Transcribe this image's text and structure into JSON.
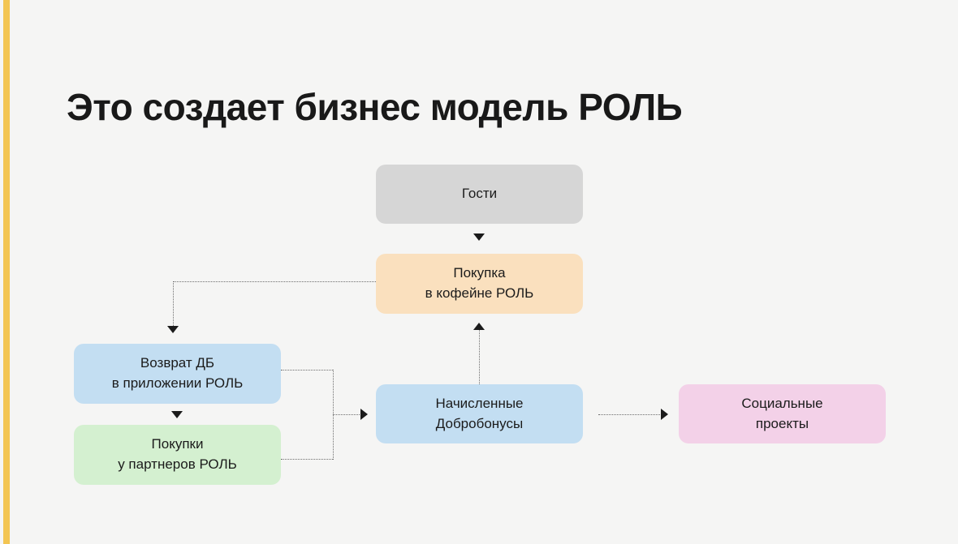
{
  "slide": {
    "title": "Это создает бизнес модель РОЛЬ",
    "background_color": "#f5f5f4",
    "accent_color": "#f3c552"
  },
  "diagram": {
    "type": "flowchart",
    "nodes": [
      {
        "id": "guests",
        "label": "Гости",
        "color": "#d6d6d6"
      },
      {
        "id": "purchase",
        "label": "Покупка\nв кофейне РОЛЬ",
        "color": "#fae0be"
      },
      {
        "id": "return",
        "label": "Возврат ДБ\nв приложении РОЛЬ",
        "color": "#c3def2"
      },
      {
        "id": "partners",
        "label": "Покупки\nу партнеров РОЛЬ",
        "color": "#d4f0d0"
      },
      {
        "id": "bonuses",
        "label": "Начисленные\nДобробонусы",
        "color": "#c3def2"
      },
      {
        "id": "social",
        "label": "Социальные\nпроекты",
        "color": "#f3d1e8"
      }
    ],
    "edges": [
      {
        "from": "guests",
        "to": "purchase",
        "style": "solid-arrow",
        "direction": "down"
      },
      {
        "from": "purchase",
        "to": "return",
        "style": "dotted-arrow",
        "direction": "left-down"
      },
      {
        "from": "return",
        "to": "partners",
        "style": "solid-arrow",
        "direction": "down"
      },
      {
        "from": "return",
        "to": "bonuses",
        "style": "dotted-arrow",
        "direction": "right"
      },
      {
        "from": "partners",
        "to": "bonuses",
        "style": "dotted-arrow",
        "direction": "right"
      },
      {
        "from": "bonuses",
        "to": "purchase",
        "style": "dotted-arrow",
        "direction": "up"
      },
      {
        "from": "bonuses",
        "to": "social",
        "style": "dotted-arrow",
        "direction": "right"
      }
    ]
  }
}
